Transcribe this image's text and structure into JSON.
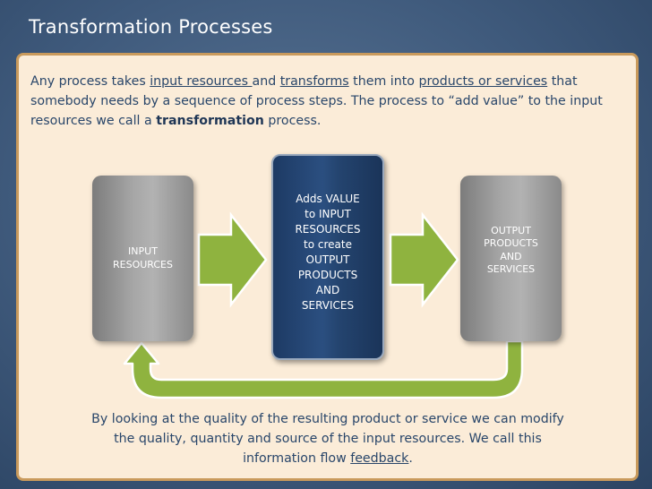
{
  "slide": {
    "title": "Transformation Processes"
  },
  "intro": {
    "t1": "Any process takes ",
    "t2": "input resources ",
    "t3": "and ",
    "t4": "transforms",
    "t5": " them into ",
    "t6": "products or services",
    "t7": " that somebody needs by a sequence of process steps. The process to “add value” to the input resources we call a ",
    "t8": "transformation",
    "t9": " process."
  },
  "diagram": {
    "input_label": "INPUT\nRESOURCES",
    "process_label": "Adds VALUE\nto INPUT\nRESOURCES\nto create\nOUTPUT\nPRODUCTS\nAND\nSERVICES",
    "output_label": "OUTPUT\nPRODUCTS\nAND\nSERVICES",
    "colors": {
      "arrow_fill": "#8fb33f",
      "arrow_stroke": "#ffffff",
      "process_box": "#24446f",
      "resource_box": "#a6a6a6"
    }
  },
  "feedback": {
    "t1": "By looking at the quality of the resulting product or service we can modify the quality, quantity and source of the input resources. We call this information flow ",
    "t2": "feedback",
    "t3": "."
  }
}
